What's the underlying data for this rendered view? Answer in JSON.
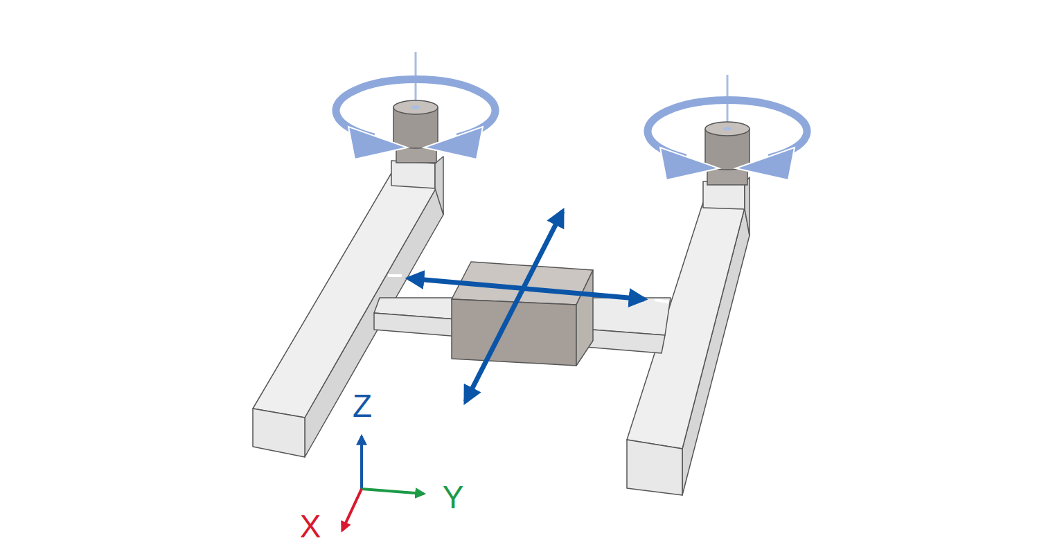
{
  "diagram": {
    "labels": [
      "Z",
      "Y",
      "X"
    ]
  }
}
